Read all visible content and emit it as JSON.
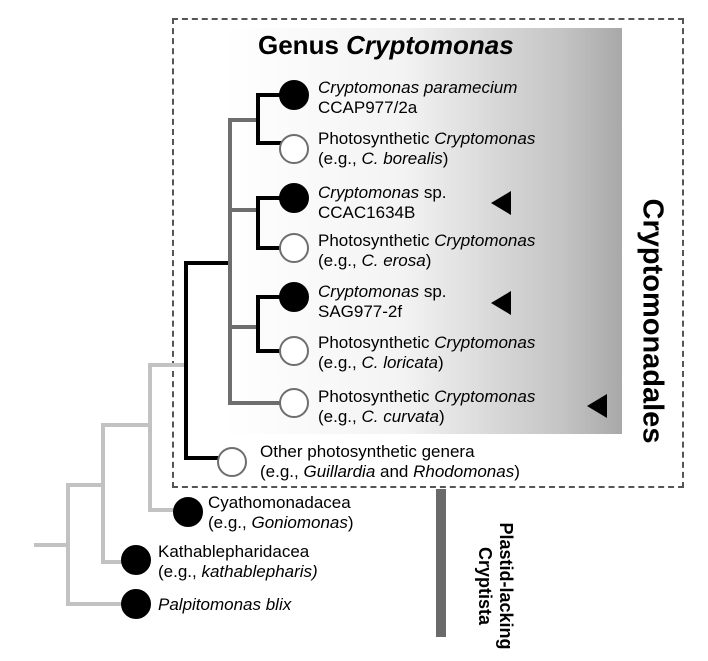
{
  "title": {
    "prefix": "Genus ",
    "genus": "Cryptomonas"
  },
  "order_label": "Cryptomonadales",
  "group_label": {
    "line1": "Plastid-lacking",
    "line2": "Cryptista"
  },
  "taxa": [
    {
      "id": "c-paramecium",
      "line1_it": "Cryptomonas paramecium",
      "line2": "CCAP977/2a",
      "plastid_lacking": true
    },
    {
      "id": "c-borealis",
      "line1": "Photosynthetic ",
      "line1_it": "Cryptomonas",
      "line2_pre": "(e.g., ",
      "line2_it": "C. borealis",
      "line2_post": ")",
      "plastid_lacking": false
    },
    {
      "id": "c-ccac1634b",
      "line1_it": "Cryptomonas",
      "line1_post": " sp.",
      "line2": "CCAC1634B",
      "plastid_lacking": true,
      "arrow": true
    },
    {
      "id": "c-erosa",
      "line1": "Photosynthetic ",
      "line1_it": "Cryptomonas",
      "line2_pre": "(e.g., ",
      "line2_it": "C. erosa",
      "line2_post": ")",
      "plastid_lacking": false
    },
    {
      "id": "c-sag977",
      "line1_it": "Cryptomonas",
      "line1_post": " sp.",
      "line2": "SAG977-2f",
      "plastid_lacking": true,
      "arrow": true
    },
    {
      "id": "c-loricata",
      "line1": "Photosynthetic ",
      "line1_it": "Cryptomonas",
      "line2_pre": "(e.g., ",
      "line2_it": "C. loricata",
      "line2_post": ")",
      "plastid_lacking": false
    },
    {
      "id": "c-curvata",
      "line1": "Photosynthetic ",
      "line1_it": "Cryptomonas",
      "line2_pre": "(e.g., ",
      "line2_it": "C. curvata",
      "line2_post": ")",
      "plastid_lacking": false,
      "arrow": true
    },
    {
      "id": "other-genera",
      "line1": "Other photosynthetic genera",
      "line2_pre": "(e.g., ",
      "line2_it": "Guillardia",
      "line2_mid": " and ",
      "line2_it2": "Rhodomonas",
      "line2_post": ")",
      "plastid_lacking": false
    },
    {
      "id": "cyathomonadacea",
      "line1": "Cyathomonadacea",
      "line2_pre": "(e.g., ",
      "line2_it": "Goniomonas",
      "line2_post": ")",
      "plastid_lacking": true
    },
    {
      "id": "kathablepharidacea",
      "line1": "Kathablepharidacea",
      "line2_pre": "(e.g., ",
      "line2_it": "kathablepharis)",
      "plastid_lacking": true
    },
    {
      "id": "palpitomonas",
      "line1_it": "Palpitomonas blix",
      "plastid_lacking": true
    }
  ],
  "colors": {
    "black_branch": "#000000",
    "dark_gray_branch": "#6e6e6e",
    "light_gray_branch": "#c2c2c2",
    "bar": "#6a6a6a"
  }
}
